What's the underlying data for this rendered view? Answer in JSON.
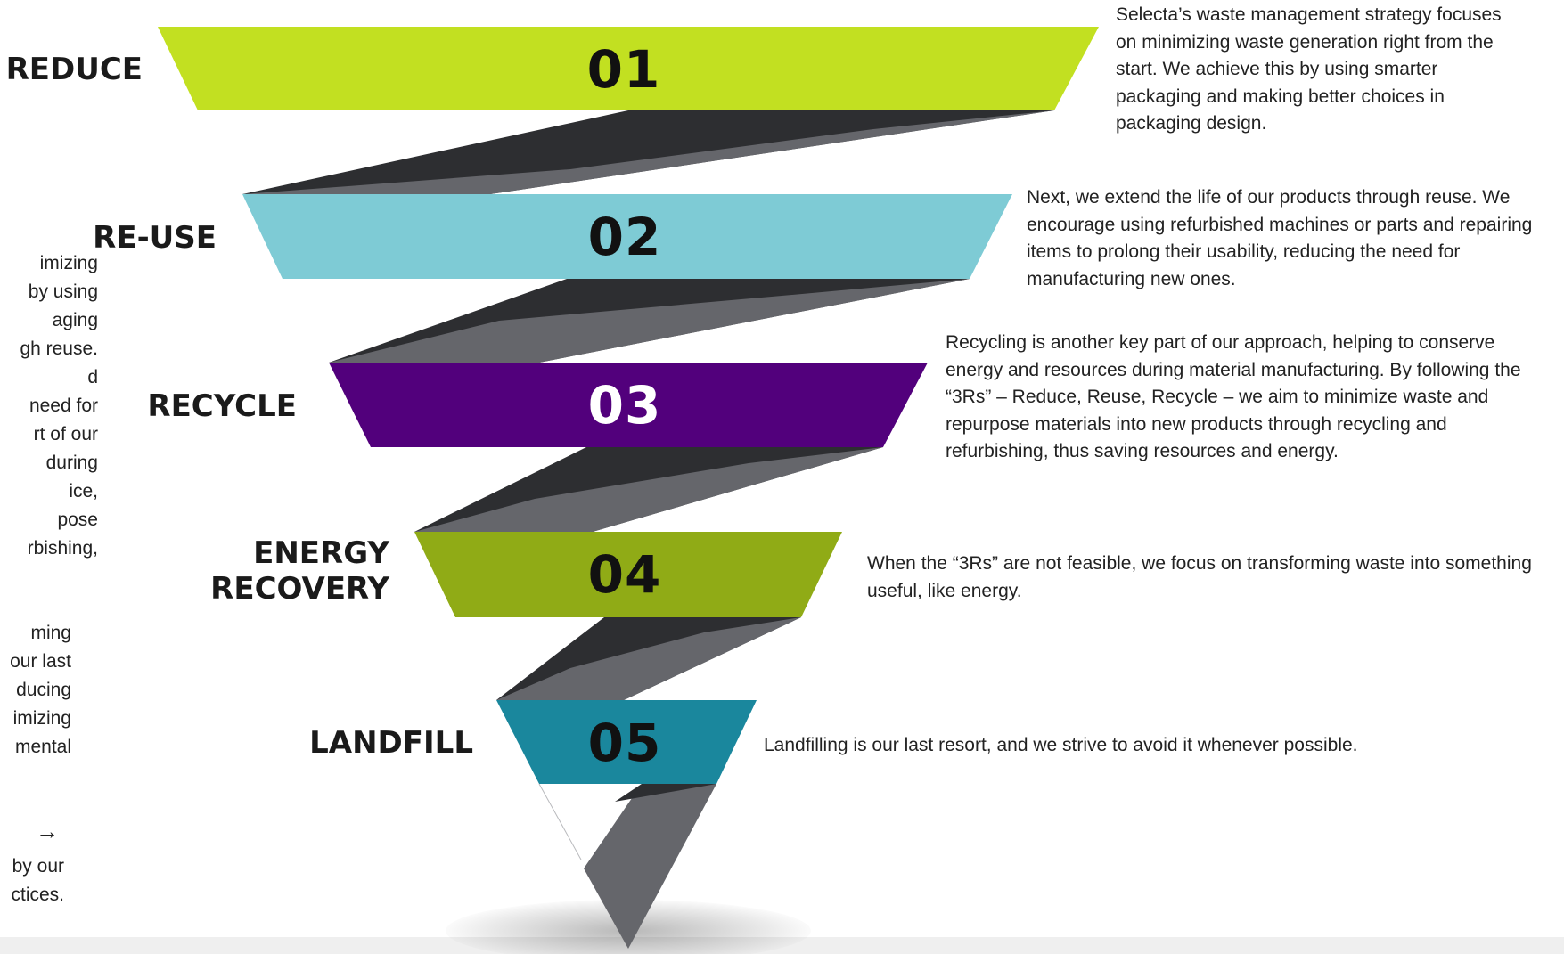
{
  "stages": [
    {
      "number": "01",
      "label": "REDUCE",
      "color": "#c2e021",
      "number_color": "#111111",
      "description": "Selecta’s waste management strategy focuses on minimizing waste generation right from the start. We achieve this by using smarter packaging and making better choices in packaging design."
    },
    {
      "number": "02",
      "label": "RE-USE",
      "color": "#7ecbd5",
      "number_color": "#111111",
      "description": "Next, we extend the life of our products through reuse. We encourage using refurbished machines or parts and repairing items to prolong their usability, reducing the need for manufacturing new ones."
    },
    {
      "number": "03",
      "label": "RECYCLE",
      "color": "#52007c",
      "number_color": "#ffffff",
      "description": "Recycling is another key part of our approach, helping to conserve energy and resources during material manufacturing. By following the “3Rs” – Reduce, Reuse, Recycle – we aim to minimize waste and repurpose materials into new products through recycling and refurbishing, thus saving resources and energy."
    },
    {
      "number": "04",
      "label_line1": "ENERGY",
      "label_line2": "RECOVERY",
      "color": "#90ab16",
      "number_color": "#111111",
      "description": "When the “3Rs” are not feasible, we focus on transforming waste into something useful, like energy."
    },
    {
      "number": "05",
      "label": "LANDFILL",
      "color": "#1a879d",
      "number_color": "#111111",
      "description": "Landfilling is our last resort, and we strive to avoid it whenever possible."
    }
  ],
  "left_fragment": {
    "lines_a": [
      "imizing",
      "by using",
      "aging",
      "gh reuse.",
      "d",
      "need for",
      "rt of our",
      "during",
      "ice,",
      "pose",
      "rbishing,"
    ],
    "lines_b": [
      "ming",
      "our last",
      "ducing",
      "imizing",
      "mental"
    ],
    "arrow": "→",
    "lines_c": [
      "by our",
      "ctices."
    ]
  },
  "colors": {
    "connector_light": "#65666b",
    "connector_dark": "#2d2e31",
    "floor": "#efefef"
  }
}
